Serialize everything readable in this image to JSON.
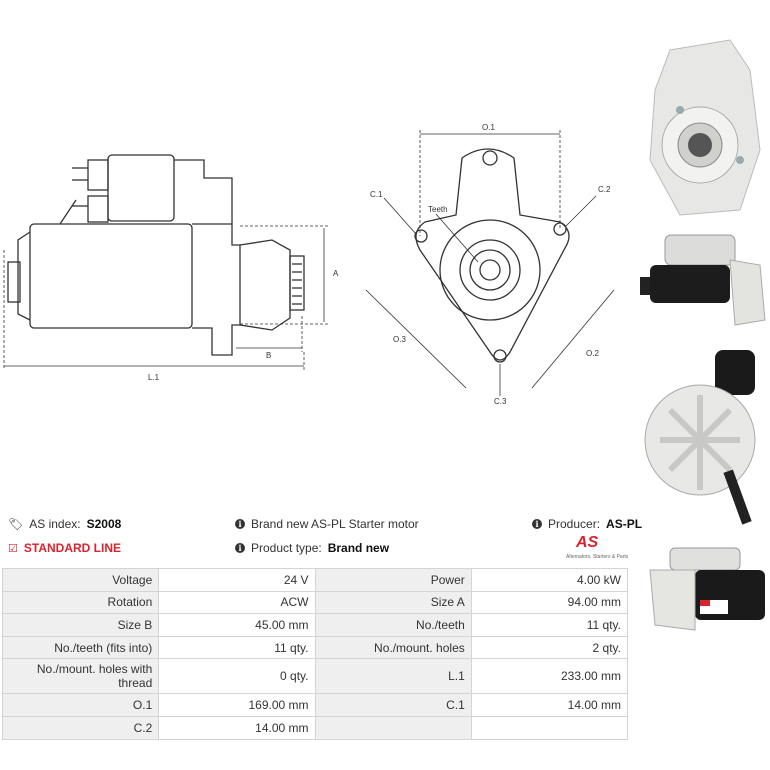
{
  "drawing": {
    "side_labels": {
      "a": "A",
      "b": "B",
      "l1": "L.1"
    },
    "front_labels": {
      "o1": "O.1",
      "o2": "O.2",
      "o3": "O.3",
      "c1": "C.1",
      "c2": "C.2",
      "c3": "C.3",
      "teeth": "Teeth"
    }
  },
  "header": {
    "as_index_label": "AS index:",
    "as_index_value": "S2008",
    "line_name": "STANDARD LINE",
    "description": "Brand new AS-PL Starter motor",
    "product_type_label": "Product type:",
    "product_type_value": "Brand new",
    "producer_label": "Producer:",
    "producer_value": "AS-PL",
    "logo_text": "AS",
    "logo_subtext": "Alternators, Starters & Parts"
  },
  "specs": [
    [
      "Voltage",
      "24 V",
      "Power",
      "4.00 kW"
    ],
    [
      "Rotation",
      "ACW",
      "Size A",
      "94.00 mm"
    ],
    [
      "Size B",
      "45.00 mm",
      "No./teeth",
      "11 qty."
    ],
    [
      "No./teeth (fits into)",
      "11 qty.",
      "No./mount. holes",
      "2 qty."
    ],
    [
      "No./mount. holes with thread",
      "0 qty.",
      "L.1",
      "233.00 mm"
    ],
    [
      "O.1",
      "169.00 mm",
      "C.1",
      "14.00 mm"
    ],
    [
      "C.2",
      "14.00 mm",
      "",
      ""
    ]
  ],
  "colors": {
    "accent": "#d9232d",
    "table_key_bg": "#efefef",
    "border": "#d4d4d4"
  }
}
